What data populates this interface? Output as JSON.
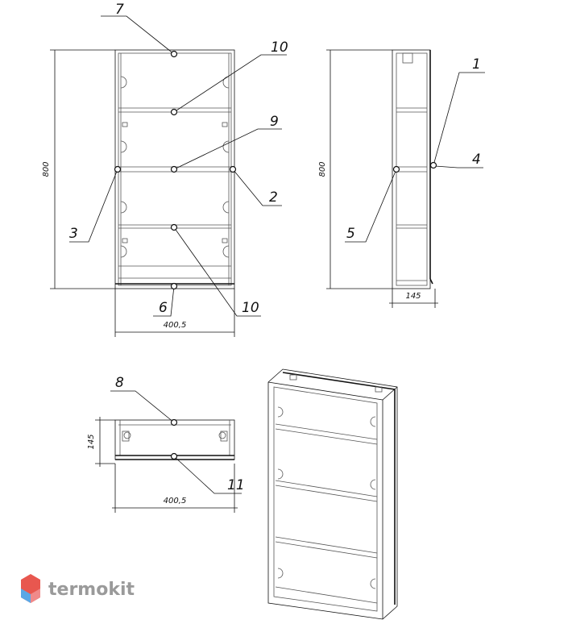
{
  "drawing": {
    "callouts": [
      "7",
      "10",
      "9",
      "2",
      "3",
      "10",
      "6",
      "1",
      "4",
      "5",
      "8",
      "11"
    ],
    "dimensions": {
      "front_height": "800",
      "front_width": "400,5",
      "side_height": "800",
      "side_depth": "145",
      "top_depth": "145",
      "top_width": "400,5"
    }
  },
  "brand": {
    "name": "termokit",
    "colors": {
      "logo_red": "#e8574f",
      "logo_blue": "#5aa7e6",
      "logo_pink": "#f08a8a",
      "text": "#9a9a9a"
    }
  }
}
